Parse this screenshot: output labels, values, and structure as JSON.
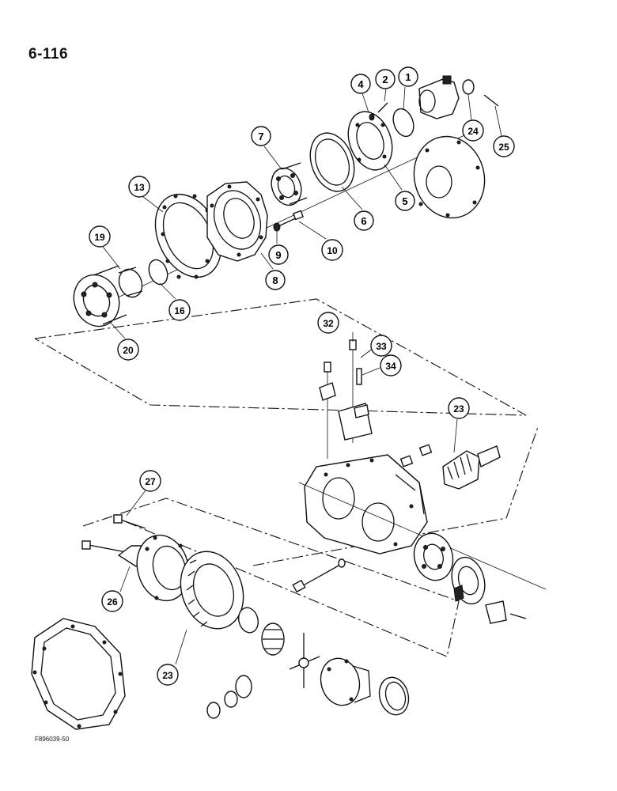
{
  "page": {
    "number": "6-116",
    "figure_code": "F896039-50"
  },
  "callouts": [
    {
      "id": "c1",
      "label": "1"
    },
    {
      "id": "c2",
      "label": "2"
    },
    {
      "id": "c4",
      "label": "4"
    },
    {
      "id": "c5",
      "label": "5"
    },
    {
      "id": "c6",
      "label": "6"
    },
    {
      "id": "c7",
      "label": "7"
    },
    {
      "id": "c8",
      "label": "8"
    },
    {
      "id": "c9",
      "label": "9"
    },
    {
      "id": "c10",
      "label": "10"
    },
    {
      "id": "c13",
      "label": "13"
    },
    {
      "id": "c16",
      "label": "16"
    },
    {
      "id": "c19",
      "label": "19"
    },
    {
      "id": "c20",
      "label": "20"
    },
    {
      "id": "c23a",
      "label": "23"
    },
    {
      "id": "c23b",
      "label": "23"
    },
    {
      "id": "c24",
      "label": "24"
    },
    {
      "id": "c25",
      "label": "25"
    },
    {
      "id": "c26",
      "label": "26"
    },
    {
      "id": "c27",
      "label": "27"
    },
    {
      "id": "c32",
      "label": "32"
    },
    {
      "id": "c33",
      "label": "33"
    },
    {
      "id": "c34",
      "label": "34"
    }
  ]
}
